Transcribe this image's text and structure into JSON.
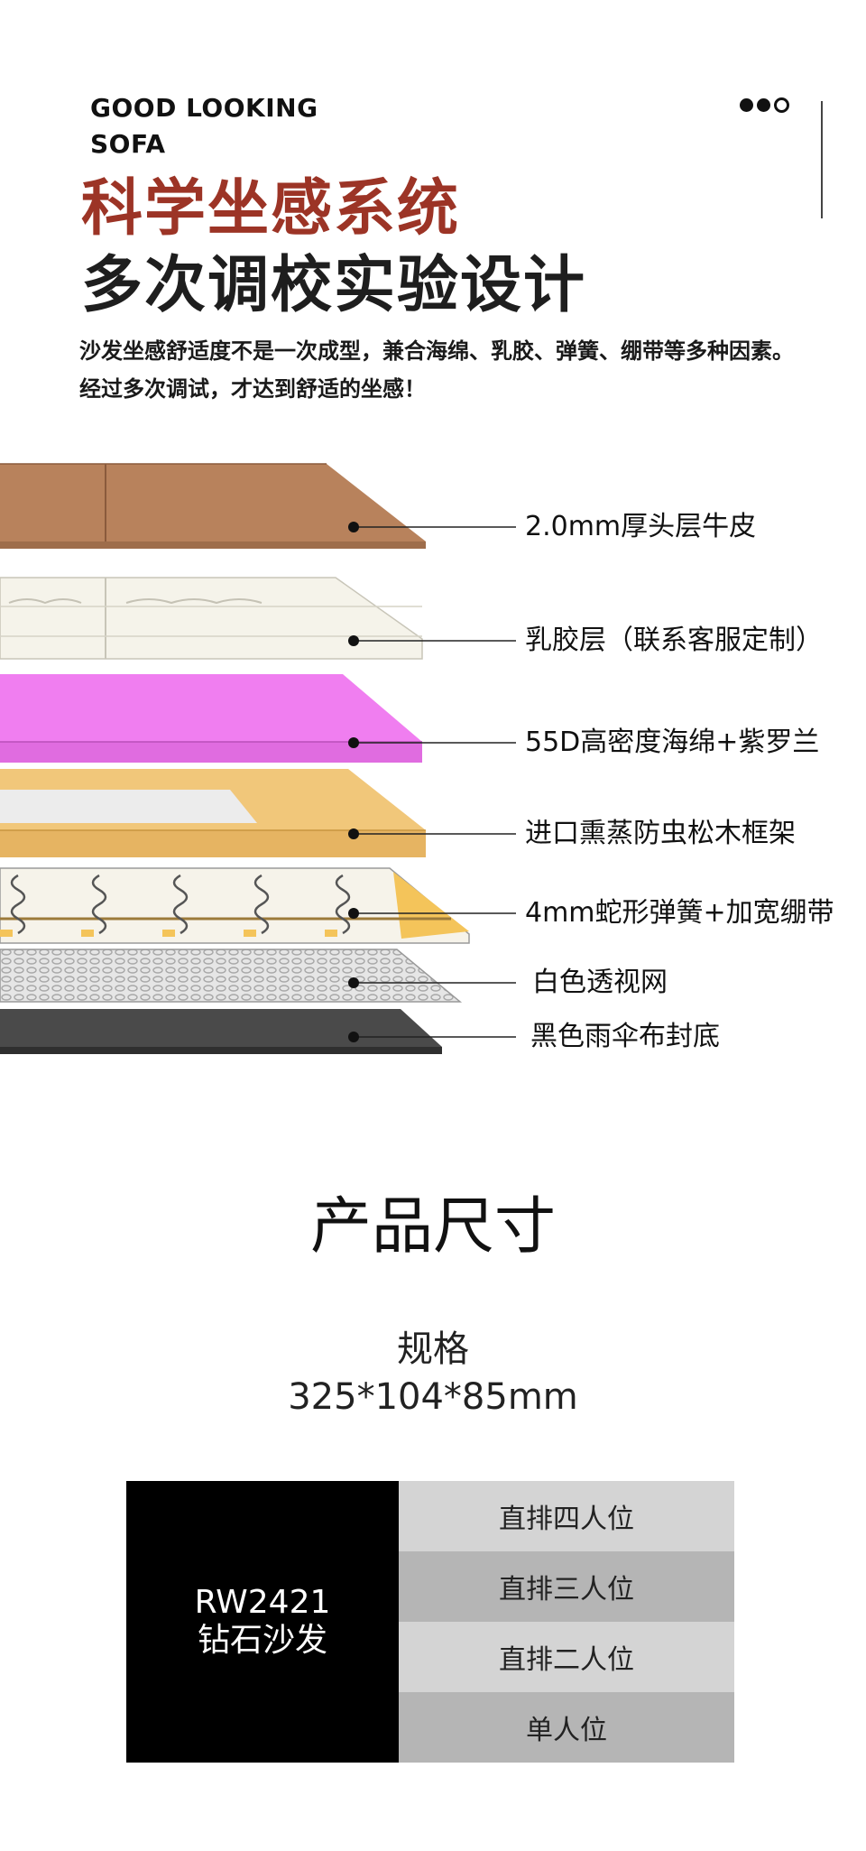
{
  "header": {
    "brand_line1": "GOOD LOOKING",
    "brand_line2": "SOFA",
    "title_red": "科学坐感系统",
    "title_black": "多次调校实验设计",
    "description": "沙发坐感舒适度不是一次成型，兼合海绵、乳胶、弹簧、绷带等多种因素。经过多次调试，才达到舒适的坐感！",
    "accent_color": "#9c3426"
  },
  "layers": [
    {
      "label": "2.0mm厚头层牛皮",
      "color": "#b8825c"
    },
    {
      "label": "乳胶层（联系客服定制）",
      "color": "#f3f1e8"
    },
    {
      "label": "55D高密度海绵+紫罗兰",
      "color": "#f07ef0"
    },
    {
      "label": "进口熏蒸防虫松木框架",
      "color": "#f1c77a"
    },
    {
      "label": "4mm蛇形弹簧+加宽绷带",
      "color": "#f6f3ea"
    },
    {
      "label": "白色透视网",
      "color": "#e4e4e4"
    },
    {
      "label": "黑色雨伞布封底",
      "color": "#4a4a4a"
    }
  ],
  "size_section": {
    "title": "产品尺寸",
    "spec_label": "规格",
    "spec_value": "325*104*85mm"
  },
  "spec_table": {
    "model_code": "RW2421",
    "model_name": "钻石沙发",
    "options": [
      "直排四人位",
      "直排三人位",
      "直排二人位",
      "单人位"
    ]
  }
}
